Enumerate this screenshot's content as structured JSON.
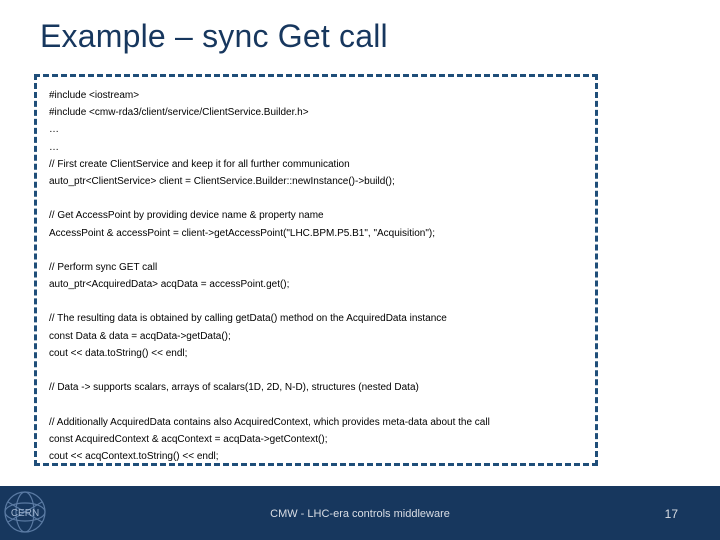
{
  "slide": {
    "title": "Example – sync Get call"
  },
  "code": {
    "block1": [
      "#include <iostream>",
      "#include <cmw-rda3/client/service/ClientService.Builder.h>",
      "…",
      "…",
      "// First create ClientService and keep it for all further communication",
      "auto_ptr<ClientService> client = ClientService.Builder::newInstance()->build();"
    ],
    "block2": [
      "// Get AccessPoint by providing device name & property name",
      "AccessPoint & accessPoint = client->getAccessPoint(\"LHC.BPM.P5.B1\", \"Acquisition\");"
    ],
    "block3": [
      "// Perform sync GET call",
      "auto_ptr<AcquiredData> acqData = accessPoint.get();"
    ],
    "block4": [
      "// The resulting data is obtained by calling getData() method on the AcquiredData instance",
      "const Data & data = acqData->getData();",
      "cout << data.toString() << endl;"
    ],
    "block5": [
      "// Data -> supports scalars, arrays of scalars(1D, 2D, N-D), structures (nested Data)"
    ],
    "block6": [
      "// Additionally AcquiredData contains also AcquiredContext, which provides meta-data about the call",
      "const AcquiredContext & acqContext = acqData->getContext();",
      "cout << acqContext.toString() << endl;"
    ]
  },
  "footer": {
    "text": "CMW - LHC-era controls middleware",
    "page_number": "17",
    "logo_text": "CERN"
  },
  "colors": {
    "title": "#17375e",
    "box_border": "#1f4e79",
    "footer_bg": "#17375e",
    "footer_text": "#d9dde4"
  }
}
